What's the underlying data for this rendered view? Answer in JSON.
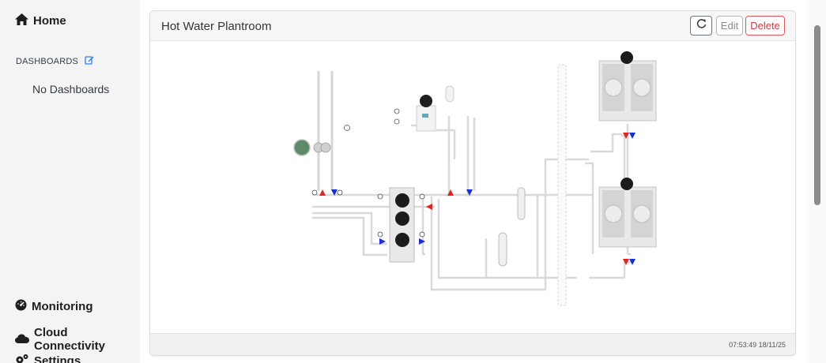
{
  "sidebar": {
    "home_label": "Home",
    "dashboards_heading": "DASHBOARDS",
    "no_dashboards": "No Dashboards",
    "monitoring_label": "Monitoring",
    "cloud_label": "Cloud Connectivity",
    "settings_label": "Settings"
  },
  "card": {
    "title": "Hot Water Plantroom",
    "edit_label": "Edit",
    "delete_label": "Delete",
    "timestamp": "07:53:49 18/11/25"
  },
  "icons": {
    "home": "home-icon",
    "edit": "pencil-square-icon",
    "monitoring": "gauge-icon",
    "cloud": "cloud-icon",
    "settings": "gears-icon",
    "refresh": "refresh-icon"
  },
  "colors": {
    "delete": "#dc3545",
    "link": "#2f7cf6",
    "flow_hot": "#e02424",
    "flow_cold": "#1a2fd6",
    "diagram_label": "#2e6f7a"
  }
}
